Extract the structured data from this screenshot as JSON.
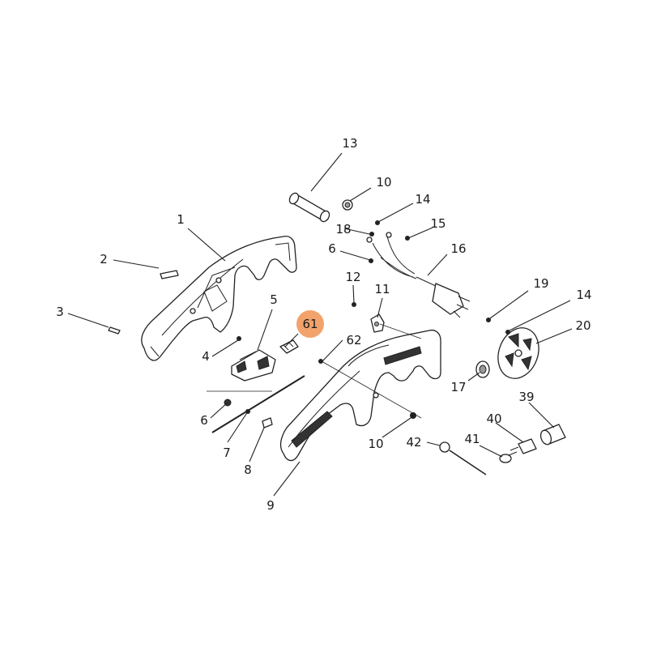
{
  "diagram": {
    "highlight_color": "#f2a36b",
    "labels": [
      {
        "id": "l1",
        "text": "1"
      },
      {
        "id": "l2",
        "text": "2"
      },
      {
        "id": "l3",
        "text": "3"
      },
      {
        "id": "l4",
        "text": "4"
      },
      {
        "id": "l5",
        "text": "5"
      },
      {
        "id": "l6a",
        "text": "6"
      },
      {
        "id": "l6b",
        "text": "6"
      },
      {
        "id": "l7",
        "text": "7"
      },
      {
        "id": "l8",
        "text": "8"
      },
      {
        "id": "l9",
        "text": "9"
      },
      {
        "id": "l10a",
        "text": "10"
      },
      {
        "id": "l10b",
        "text": "10"
      },
      {
        "id": "l11",
        "text": "11"
      },
      {
        "id": "l12",
        "text": "12"
      },
      {
        "id": "l13",
        "text": "13"
      },
      {
        "id": "l14a",
        "text": "14"
      },
      {
        "id": "l14b",
        "text": "14"
      },
      {
        "id": "l15",
        "text": "15"
      },
      {
        "id": "l16",
        "text": "16"
      },
      {
        "id": "l17",
        "text": "17"
      },
      {
        "id": "l18",
        "text": "18"
      },
      {
        "id": "l19",
        "text": "19"
      },
      {
        "id": "l20",
        "text": "20"
      },
      {
        "id": "l39",
        "text": "39"
      },
      {
        "id": "l40",
        "text": "40"
      },
      {
        "id": "l41",
        "text": "41"
      },
      {
        "id": "l42",
        "text": "42"
      },
      {
        "id": "l61",
        "text": "61"
      },
      {
        "id": "l62",
        "text": "62"
      }
    ]
  }
}
